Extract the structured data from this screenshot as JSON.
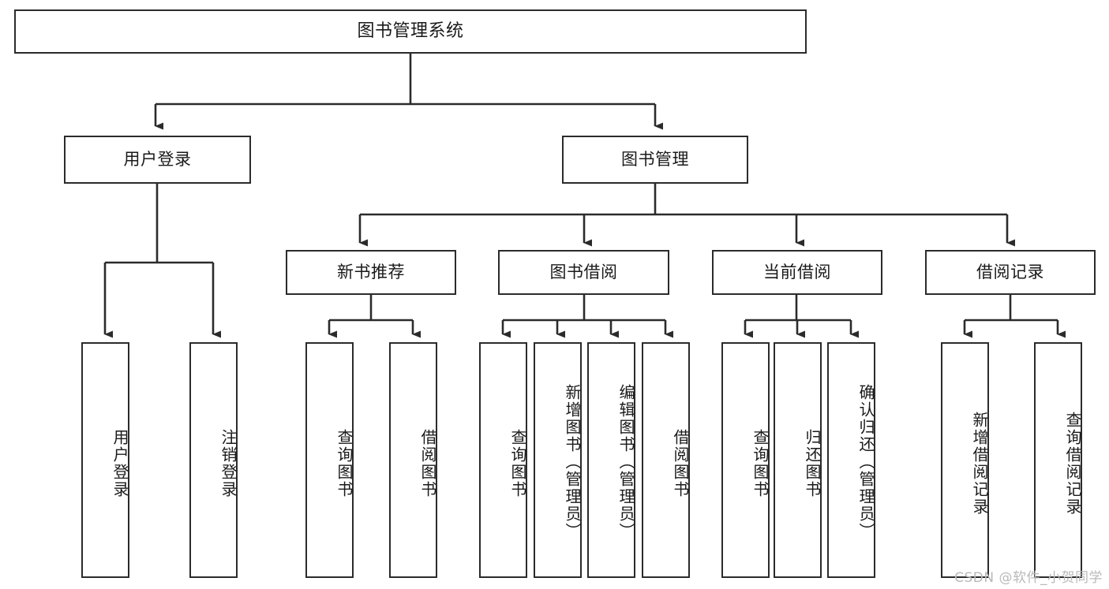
{
  "diagram": {
    "title": "图书管理系统",
    "watermark": "CSDN @软件_小贺同学",
    "line_color": "#2b2b2b",
    "box_fill": "#ffffff",
    "text_color": "#1a1a1a",
    "background": "#ffffff"
  },
  "root": {
    "label": "图书管理系统"
  },
  "level2": [
    {
      "label": "用户登录"
    },
    {
      "label": "图书管理"
    }
  ],
  "level3": [
    {
      "label": "新书推荐"
    },
    {
      "label": "图书借阅"
    },
    {
      "label": "当前借阅"
    },
    {
      "label": "借阅记录"
    }
  ],
  "leaves": {
    "user_login": [
      {
        "label": "用户登录"
      },
      {
        "label": "注销登录"
      }
    ],
    "new_book_recommend": [
      {
        "label": "查询图书"
      },
      {
        "label": "借阅图书"
      }
    ],
    "book_borrow": [
      {
        "label": "查询图书"
      },
      {
        "label": "新增图书（管理员）"
      },
      {
        "label": "编辑图书（管理员）"
      },
      {
        "label": "借阅图书"
      }
    ],
    "current_borrow": [
      {
        "label": "查询图书"
      },
      {
        "label": "归还图书"
      },
      {
        "label": "确认归还（管理员）"
      }
    ],
    "borrow_record": [
      {
        "label": "新增借阅记录"
      },
      {
        "label": "查询借阅记录"
      }
    ]
  }
}
